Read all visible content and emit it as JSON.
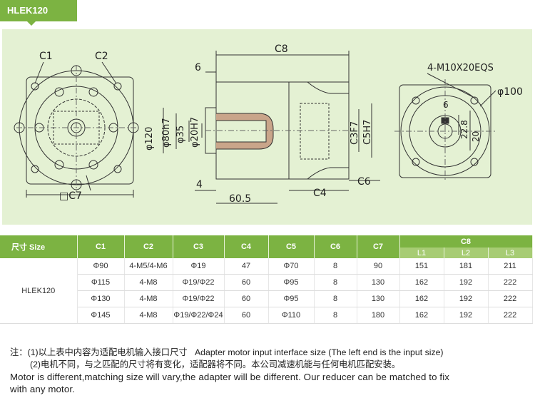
{
  "product_tag": "HLEK120",
  "colors": {
    "accent": "#7cb342",
    "drawing_bg": "#e4f1d3",
    "subheader": "#a7cc74"
  },
  "drawing_labels": {
    "c1": "C1",
    "c2": "C2",
    "c7": "□C7",
    "c8": "C8",
    "six_top": "6",
    "d120": "φ120",
    "d80h7": "φ80h7",
    "d35": "φ35",
    "d20h7": "φ20H7",
    "c3f7": "C3F7",
    "c5h7": "C5H7",
    "four": "4",
    "dim_60_5": "60.5",
    "c4": "C4",
    "c6": "C6",
    "bolt": "4-M10X20EQS",
    "d100": "φ100",
    "key6": "6",
    "d22_8": "22.8",
    "d20": "20"
  },
  "table": {
    "headers": [
      "尺寸 Size",
      "C1",
      "C2",
      "C3",
      "C4",
      "C5",
      "C6",
      "C7",
      "C8"
    ],
    "c8_sub": [
      "L1",
      "L2",
      "L3"
    ],
    "model": "HLEK120",
    "rows": [
      [
        "Φ90",
        "4-M5/4-M6",
        "Φ19",
        "47",
        "Φ70",
        "8",
        "90",
        "151",
        "181",
        "211"
      ],
      [
        "Φ115",
        "4-M8",
        "Φ19/Φ22",
        "60",
        "Φ95",
        "8",
        "130",
        "162",
        "192",
        "222"
      ],
      [
        "Φ130",
        "4-M8",
        "Φ19/Φ22",
        "60",
        "Φ95",
        "8",
        "130",
        "162",
        "192",
        "222"
      ],
      [
        "Φ145",
        "4-M8",
        "Φ19/Φ22/Φ24",
        "60",
        "Φ110",
        "8",
        "180",
        "162",
        "192",
        "222"
      ]
    ]
  },
  "notes": {
    "prefix": "注：",
    "line1_cn": "(1)以上表中内容为适配电机输入接口尺寸",
    "line1_en": "Adapter motor input interface size (The left end is the input size)",
    "line2_cn": "(2)电机不同，与之匹配的尺寸将有变化，适配器将不同。本公司减速机能与任何电机匹配安装。",
    "line3_en": "Motor is different,matching size will vary,the adapter will be  different. Our reducer can be matched to fix",
    "line4_en": "with any motor."
  }
}
